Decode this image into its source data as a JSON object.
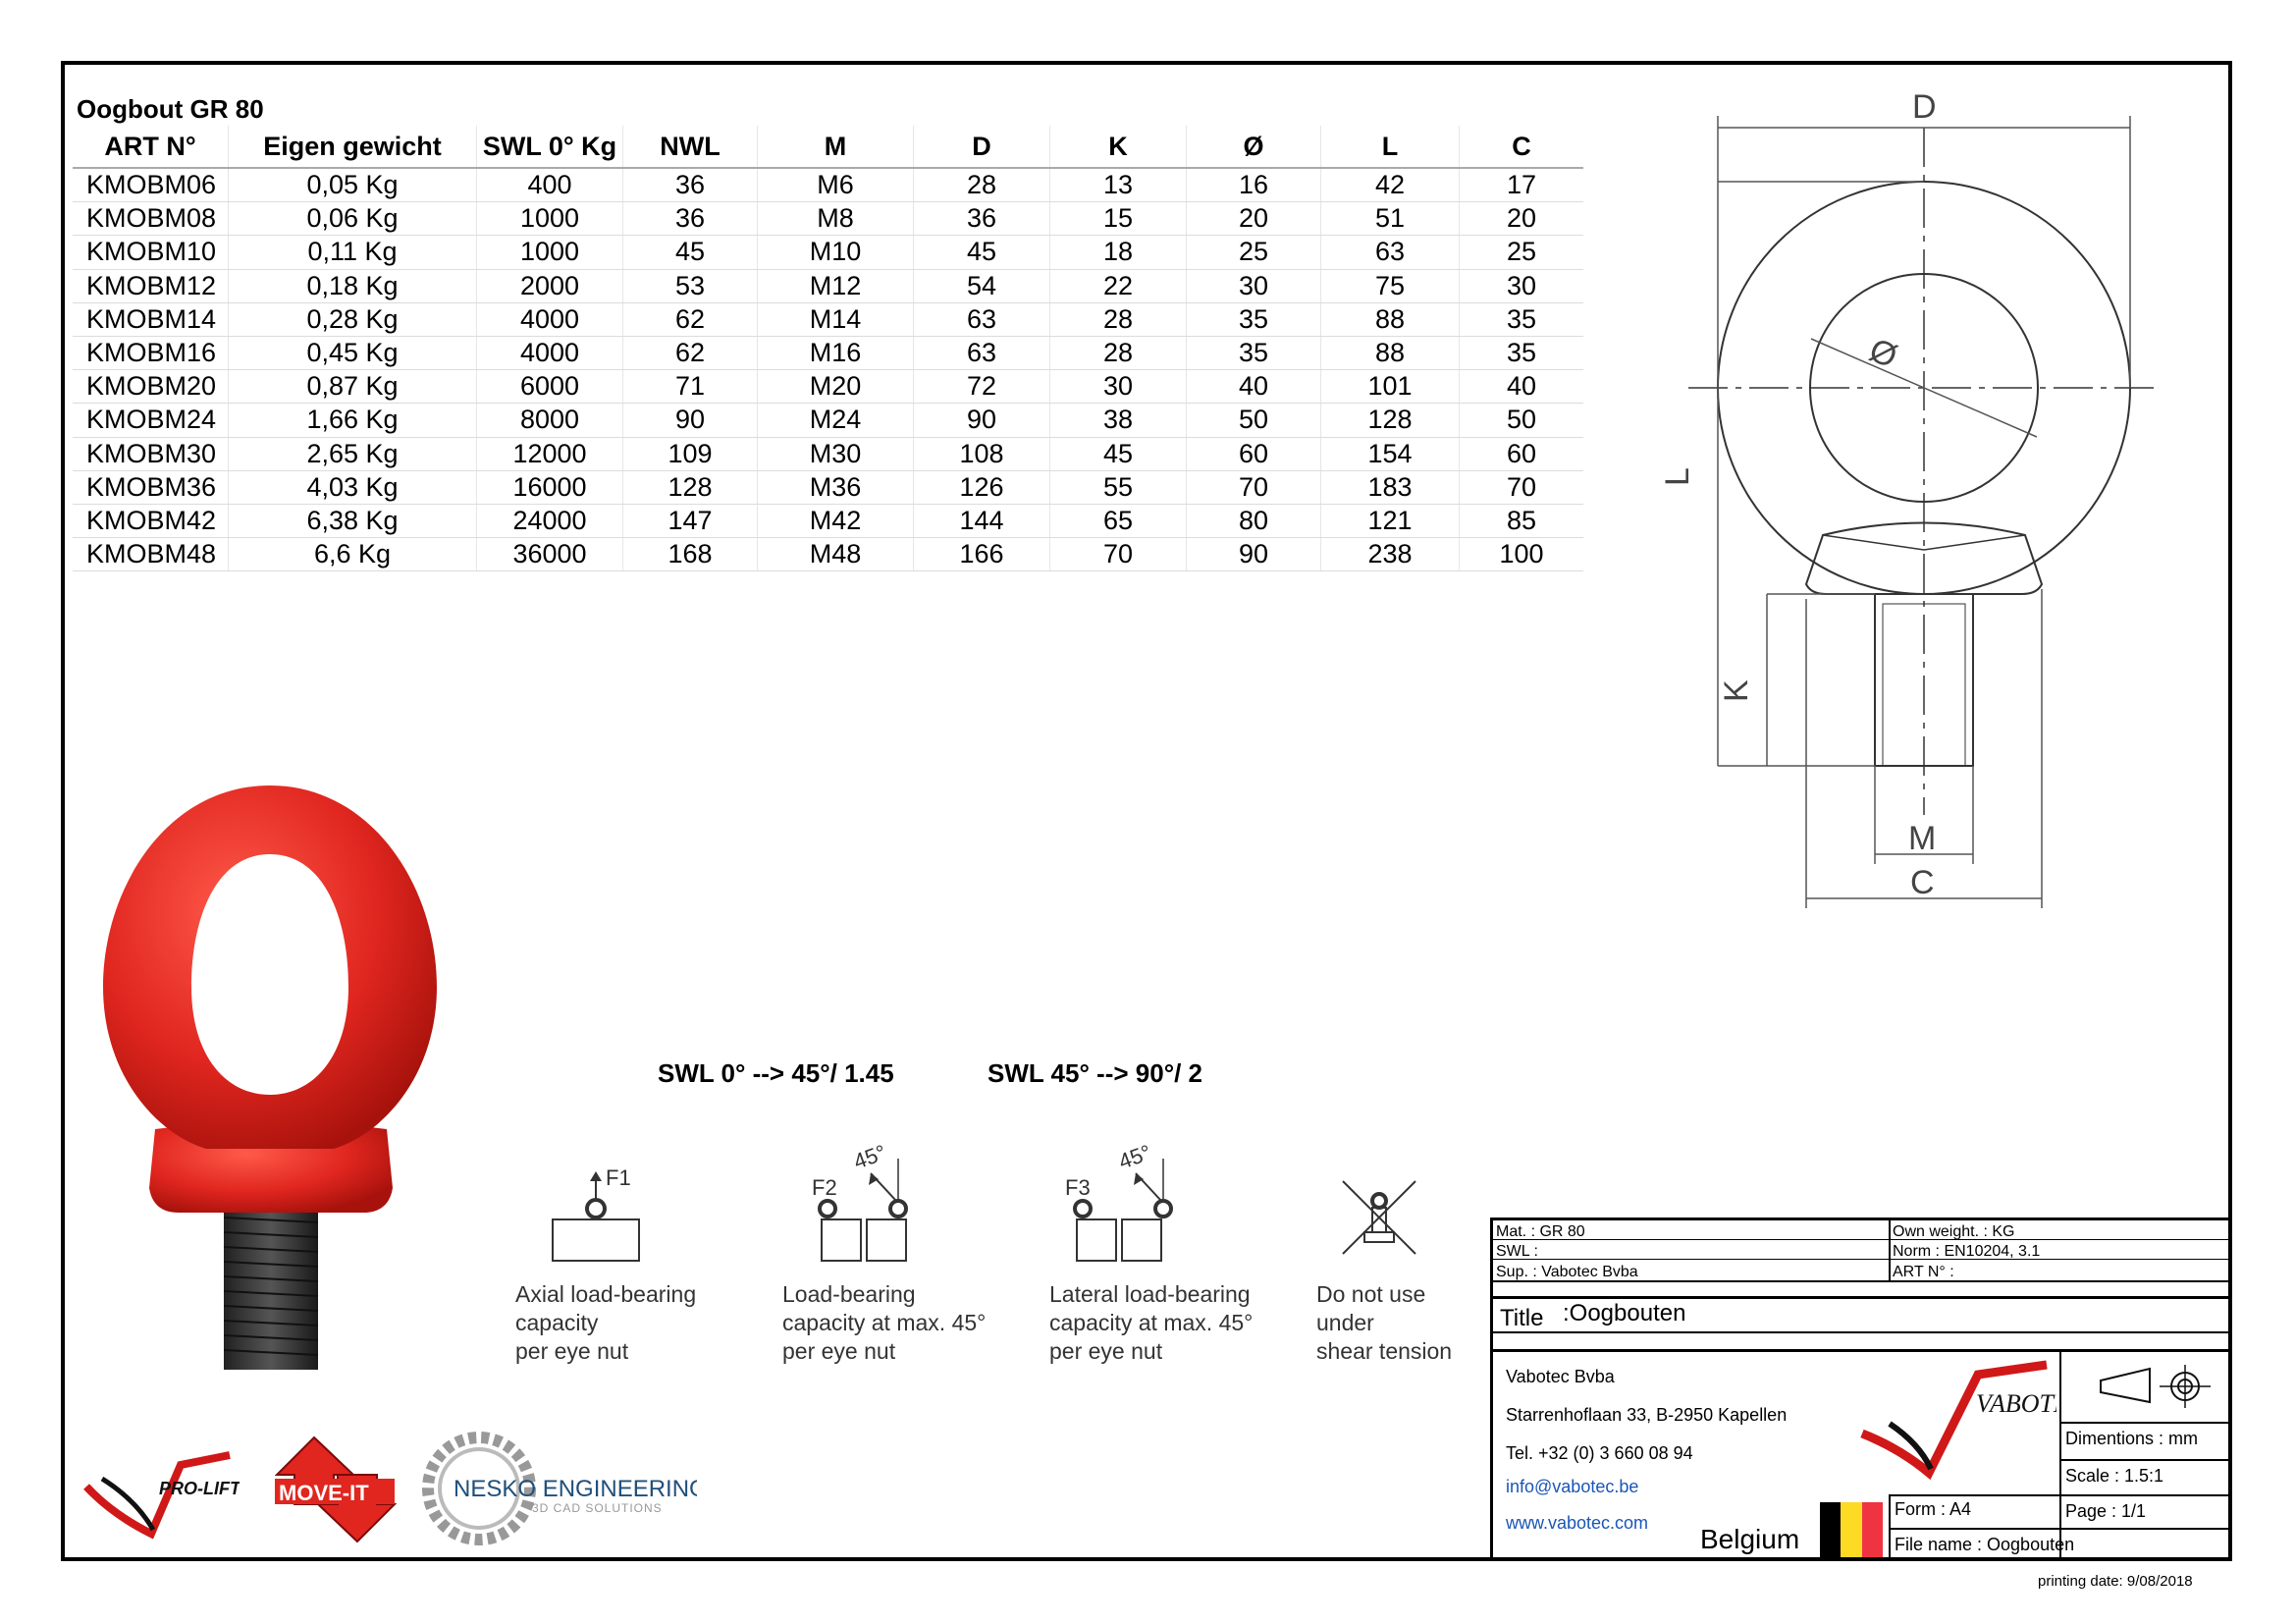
{
  "table": {
    "title": "Oogbout GR 80",
    "columns": [
      "ART N°",
      "Eigen gewicht",
      "SWL 0° Kg",
      "NWL",
      "M",
      "D",
      "K",
      "Ø",
      "L",
      "C"
    ],
    "rows": [
      [
        "KMOBM06",
        "0,05 Kg",
        "400",
        "36",
        "M6",
        "28",
        "13",
        "16",
        "42",
        "17"
      ],
      [
        "KMOBM08",
        "0,06 Kg",
        "1000",
        "36",
        "M8",
        "36",
        "15",
        "20",
        "51",
        "20"
      ],
      [
        "KMOBM10",
        "0,11 Kg",
        "1000",
        "45",
        "M10",
        "45",
        "18",
        "25",
        "63",
        "25"
      ],
      [
        "KMOBM12",
        "0,18 Kg",
        "2000",
        "53",
        "M12",
        "54",
        "22",
        "30",
        "75",
        "30"
      ],
      [
        "KMOBM14",
        "0,28 Kg",
        "4000",
        "62",
        "M14",
        "63",
        "28",
        "35",
        "88",
        "35"
      ],
      [
        "KMOBM16",
        "0,45 Kg",
        "4000",
        "62",
        "M16",
        "63",
        "28",
        "35",
        "88",
        "35"
      ],
      [
        "KMOBM20",
        "0,87 Kg",
        "6000",
        "71",
        "M20",
        "72",
        "30",
        "40",
        "101",
        "40"
      ],
      [
        "KMOBM24",
        "1,66 Kg",
        "8000",
        "90",
        "M24",
        "90",
        "38",
        "50",
        "128",
        "50"
      ],
      [
        "KMOBM30",
        "2,65 Kg",
        "12000",
        "109",
        "M30",
        "108",
        "45",
        "60",
        "154",
        "60"
      ],
      [
        "KMOBM36",
        "4,03 Kg",
        "16000",
        "128",
        "M36",
        "126",
        "55",
        "70",
        "183",
        "70"
      ],
      [
        "KMOBM42",
        "6,38 Kg",
        "24000",
        "147",
        "M42",
        "144",
        "65",
        "80",
        "121",
        "85"
      ],
      [
        "KMOBM48",
        "6,6 Kg",
        "36000",
        "168",
        "M48",
        "166",
        "70",
        "90",
        "238",
        "100"
      ]
    ]
  },
  "drawing": {
    "dim_D": "D",
    "dim_L": "L",
    "dim_K": "K",
    "dim_M": "M",
    "dim_C": "C",
    "dim_diameter": "Ø"
  },
  "swl_rules": {
    "rule1": "SWL 0° --> 45°/ 1.45",
    "rule2": "SWL 45° --> 90°/ 2"
  },
  "load_icons": {
    "f1": "F1",
    "f2": "F2",
    "f3": "F3",
    "angle": "45°",
    "cap1": "Axial load-bearing\ncapacity\nper eye nut",
    "cap2": "Load-bearing\ncapacity at max. 45°\nper eye nut",
    "cap3": "Lateral load-bearing\ncapacity at max. 45°\nper eye nut",
    "cap4": "Do not use\nunder\nshear tension"
  },
  "logos": {
    "prolift": "PRO-LIFT",
    "moveit": "MOVE-IT",
    "nesko": "NESKO ENGINEERING",
    "nesko_sub": "3D CAD SOLUTIONS",
    "vabotec": "VABOTEC"
  },
  "title_block": {
    "mat": "Mat. :   GR 80",
    "swl": "SWL :",
    "sup": "Sup. :   Vabotec Bvba",
    "own_weight": "Own weight. :  KG",
    "norm": "Norm  :  EN10204, 3.1",
    "art": "ART N° :",
    "title_label": "Title",
    "title_value": ":Oogbouten",
    "company": "Vabotec Bvba",
    "address": "Starrenhoflaan 33, B-2950 Kapellen",
    "tel": "Tel. +32 (0) 3 660 08 94",
    "email": "info@vabotec.be",
    "web": "www.vabotec.com",
    "country": "Belgium",
    "dimensions": "Dimentions : mm",
    "scale": "Scale  : 1.5:1",
    "page": "Page : 1/1",
    "form": "Form : A4",
    "file_name": "File name   : Oogbouten"
  },
  "printing_date": "printing date:   9/08/2018",
  "colors": {
    "eye_red": "#e0261f",
    "link_blue": "#1a56b6",
    "flag_black": "#000000",
    "flag_yellow": "#fdda24",
    "flag_red": "#ef3340"
  }
}
